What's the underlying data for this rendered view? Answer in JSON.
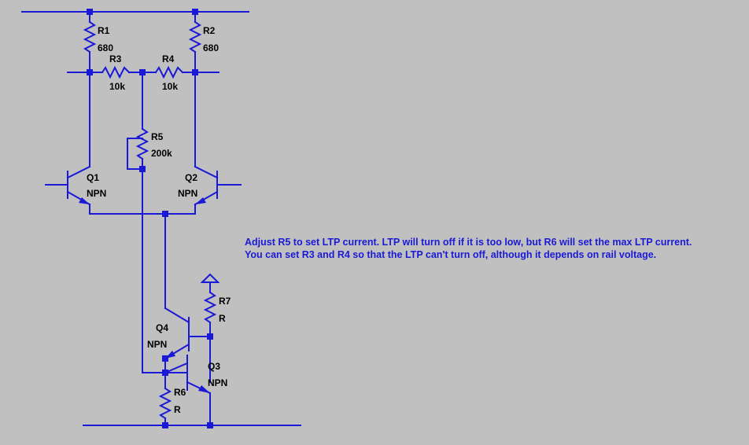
{
  "components": {
    "r1": {
      "ref": "R1",
      "value": "680"
    },
    "r2": {
      "ref": "R2",
      "value": "680"
    },
    "r3": {
      "ref": "R3",
      "value": "10k"
    },
    "r4": {
      "ref": "R4",
      "value": "10k"
    },
    "r5": {
      "ref": "R5",
      "value": "200k"
    },
    "r6": {
      "ref": "R6",
      "value": "R"
    },
    "r7": {
      "ref": "R7",
      "value": "R"
    },
    "q1": {
      "ref": "Q1",
      "type": "NPN"
    },
    "q2": {
      "ref": "Q2",
      "type": "NPN"
    },
    "q3": {
      "ref": "Q3",
      "type": "NPN"
    },
    "q4": {
      "ref": "Q4",
      "type": "NPN"
    }
  },
  "notes": {
    "line1": "Adjust R5 to set LTP current. LTP will turn off if it is too low, but R6 will set the max LTP current.",
    "line2": "You can set R3 and R4 so that the LTP can't turn off, although it depends on rail voltage."
  },
  "colors": {
    "background": "#c0c0c0",
    "wire": "#1a1ad6",
    "label": "#000000",
    "note": "#1a1ad6"
  }
}
